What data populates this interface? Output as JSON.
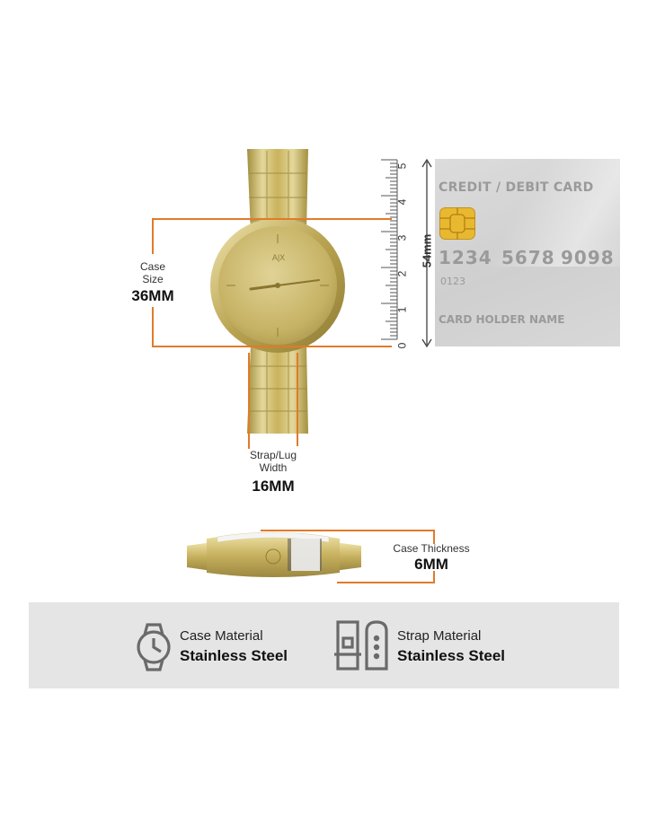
{
  "dimensions": {
    "case_size_label": "Case\nSize",
    "case_size_value": "36MM",
    "strap_label": "Strap/Lug\nWidth",
    "strap_value": "16MM",
    "thickness_label": "Case Thickness",
    "thickness_value": "6MM"
  },
  "ruler": {
    "ticks": [
      "5",
      "4",
      "3",
      "2",
      "1",
      "0"
    ],
    "unit_label": "54mm"
  },
  "card": {
    "title": "CREDIT / DEBIT CARD",
    "number_groups": [
      "1234",
      "5678",
      "9098"
    ],
    "small_number": "0123",
    "holder": "CARD HOLDER NAME"
  },
  "watch_dial": {
    "logo": "A|X"
  },
  "materials": {
    "case_label": "Case Material",
    "case_value": "Stainless Steel",
    "strap_label": "Strap Material",
    "strap_value": "Stainless Steel"
  },
  "colors": {
    "accent": "#e07b2a",
    "gold": "#c9b35e",
    "card": "#d3d3d3",
    "info_bar": "#e5e5e5"
  },
  "icons": [
    "watch-outline-icon",
    "strap-outline-icon",
    "chip-icon"
  ]
}
